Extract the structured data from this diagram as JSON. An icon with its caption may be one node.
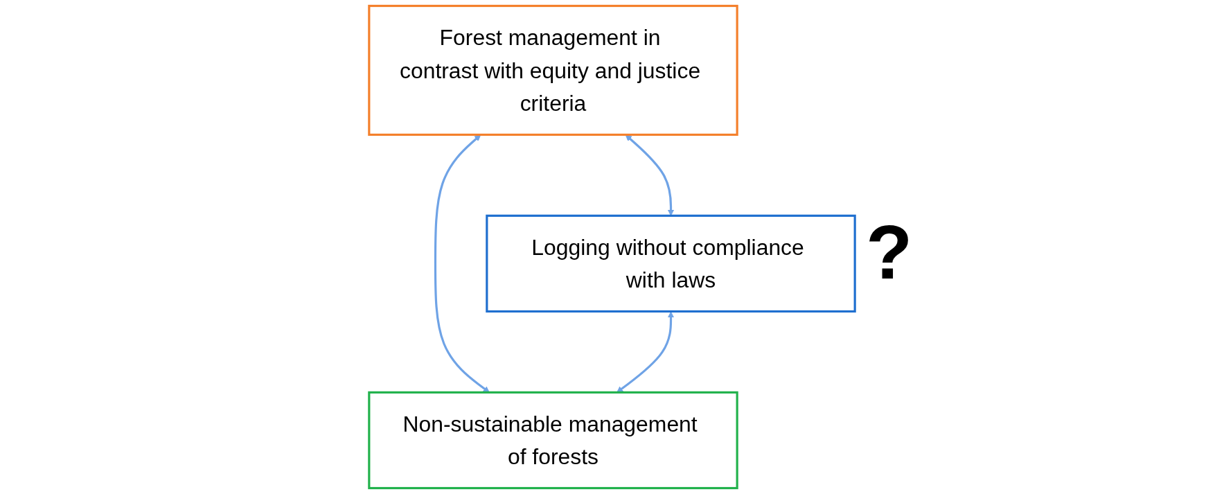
{
  "diagram": {
    "nodes": [
      {
        "text": [
          "Forest management in contrast with equity and justice criteria"
        ]
      },
      {
        "text": [
          "Logging without compliance with laws"
        ]
      },
      {
        "text": [
          "Non-sustainable management of forests"
        ]
      }
    ],
    "edges": [
      {
        "from": 0,
        "to": 1,
        "arrow": "both"
      },
      {
        "from": 0,
        "to": 2,
        "arrow": "both"
      },
      {
        "from": 1,
        "to": 2,
        "arrow": "both"
      }
    ],
    "labels": [
      "?"
    ]
  }
}
